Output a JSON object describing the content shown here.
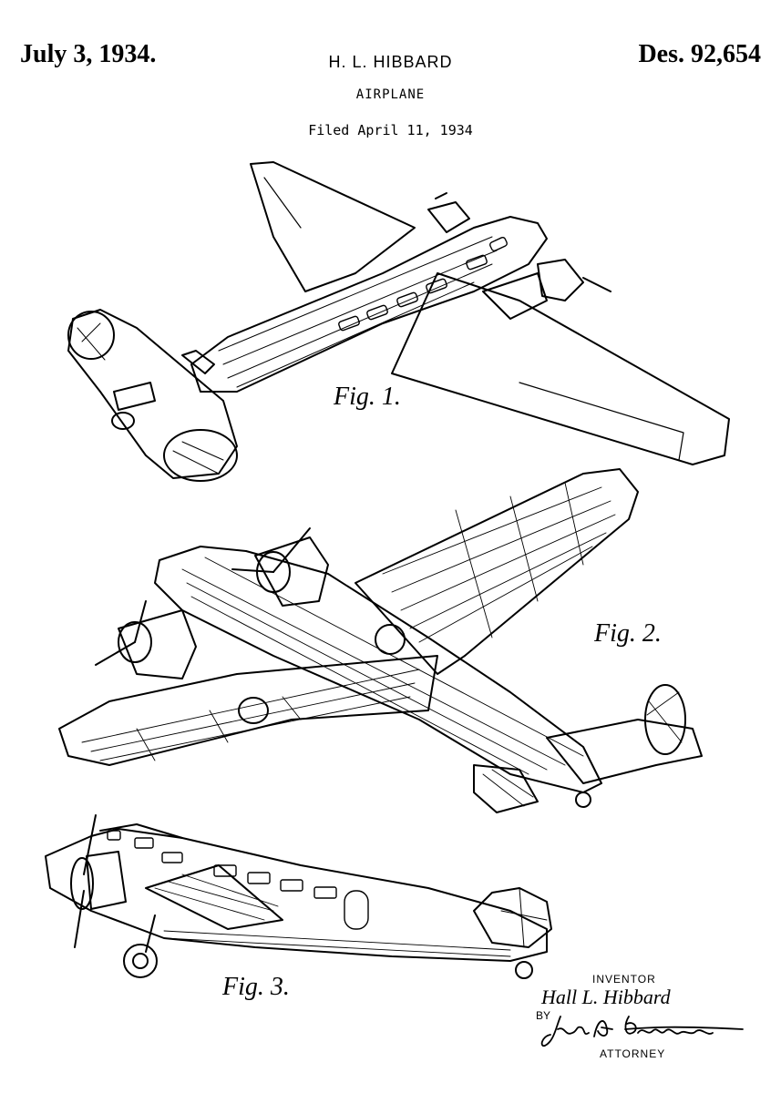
{
  "header": {
    "date": "July 3, 1934.",
    "inventor": "H. L. HIBBARD",
    "design_number": "Des. 92,654",
    "title": "AIRPLANE",
    "filed": "Filed April 11, 1934"
  },
  "figures": [
    {
      "label": "Fig. 1."
    },
    {
      "label": "Fig. 2."
    },
    {
      "label": "Fig. 3."
    }
  ],
  "signature": {
    "inventor_caption": "INVENTOR",
    "inventor_name": "Hall L. Hibbard",
    "by": "BY",
    "attorney_caption": "ATTORNEY",
    "attorney_signature": "John A. Sanborn"
  },
  "colors": {
    "ink": "#000000",
    "paper": "#ffffff"
  }
}
